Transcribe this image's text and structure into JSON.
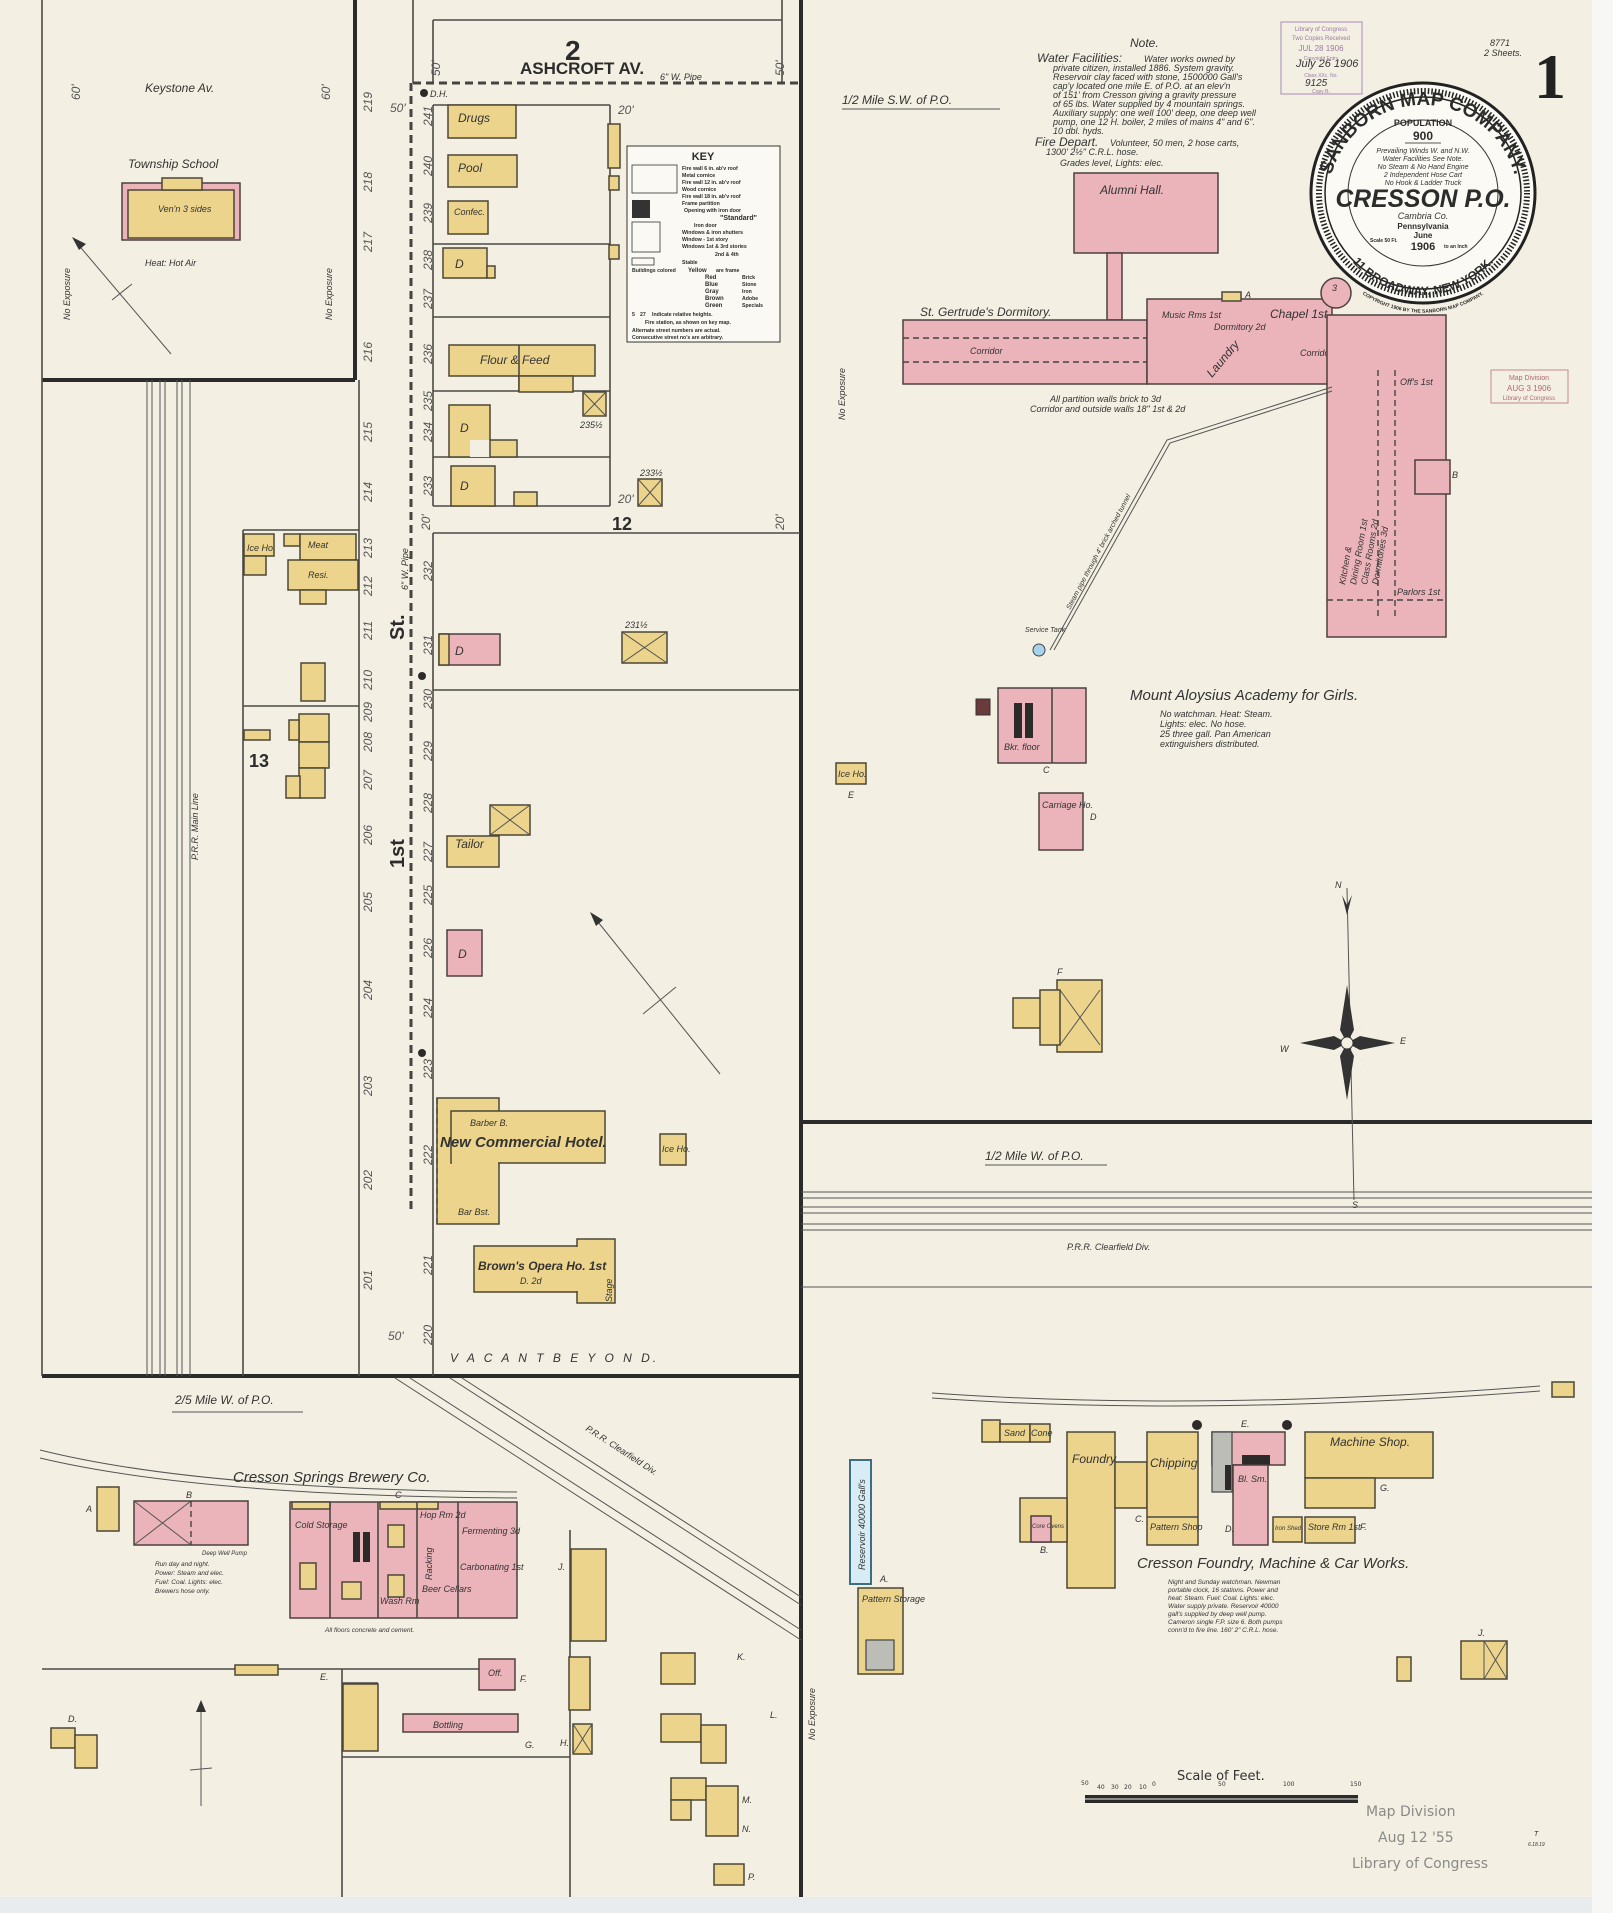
{
  "sheet": {
    "number": "1",
    "sheet_code": "8771",
    "sheets": "2 Sheets."
  },
  "seal": {
    "company": "SANBORN MAP COMPANY.",
    "population_label": "POPULATION",
    "population": "900",
    "details": [
      "Prevailing Winds W. and N.W.",
      "Water Facilities See Note.",
      "No Steam & No Hand Engine",
      "2 Independent Hose Cart",
      "No Hook & Ladder Truck"
    ],
    "town": "CRESSON P.O.",
    "county": "Cambria Co.",
    "state": "Pennsylvania",
    "month": "June",
    "year": "1906",
    "scale_left": "Scale 50 Ft.",
    "scale_right": "to an Inch",
    "address": "11 BROADWAY, NEW YORK.",
    "copyright": "COPYRIGHT 1906 BY THE SANBORN MAP COMPANY."
  },
  "note": {
    "title": "Note.",
    "water_label": "Water Facilities:",
    "water_lines": [
      "Water works owned by",
      "private citizen, installed 1886. System gravity.",
      "Reservoir clay faced with stone, 1500000 Gall's",
      "cap'y located one mile E. of P.O. at an elev'n",
      "of 151' from Cresson giving a gravity pressure",
      "of 65 lbs. Water supplied by 4 mountain springs.",
      "Auxiliary supply: one well 100' deep, one deep well",
      "pump, one 12 H. boiler, 2 miles of mains 4\" and 6\".",
      "10 dbl. hyds."
    ],
    "fire_label": "Fire Depart.",
    "fire_lines": [
      "Volunteer, 50 men, 2 hose carts,",
      "1300' 2½\" C.R.L. hose."
    ],
    "grades": "Grades level, Lights: elec."
  },
  "key": {
    "title": "KEY",
    "lines": [
      "Fire wall 6 in. ab'v roof",
      "Metal cornice",
      "Fire wall 12 in. ab'v roof",
      "Wood cornice",
      "Fire wall 18 in. ab'v roof",
      "Frame partition",
      "Opening with iron door",
      "\"Standard\"",
      "Iron door",
      "Windows & iron shutters",
      "Window - 1st story",
      "Windows 1st & 3rd stories",
      "2nd & 4th",
      "Stable"
    ],
    "colors_intro": "Buildings colored",
    "colors": [
      {
        "color": "Yellow",
        "material": "are frame"
      },
      {
        "color": "Red",
        "material": "Brick"
      },
      {
        "color": "Blue",
        "material": "Stone"
      },
      {
        "color": "Gray",
        "material": "Iron"
      },
      {
        "color": "Brown",
        "material": "Adobe"
      },
      {
        "color": "Green",
        "material": "Specials"
      }
    ],
    "heights": "Indicate relative heights.",
    "heights_nums": [
      "5",
      "27"
    ],
    "fire_station": "Fire station, as shown on key map.",
    "alternate": "Alternate street numbers are actual.",
    "consecutive": "Consecutive street no's are arbitrary."
  },
  "stamps": {
    "loc_top": [
      "Library of Congress",
      "Two Copies Received",
      "JUL 28 1906",
      "Copyright Entry",
      "July 26 1906",
      "Class XXc. No.",
      "9125",
      "Copy B."
    ],
    "map_division_top": [
      "Map Division",
      "AUG 3 1906",
      "Library of Congress"
    ],
    "map_division_bottom": [
      "Map Division",
      "Aug 12 '55",
      "Library of Congress"
    ],
    "initials": [
      "T",
      "6.18.19"
    ]
  },
  "streets": {
    "ashcroft": "ASHCROFT AV.",
    "keystone": "Keystone Av.",
    "first_st_a": "1st",
    "first_st_b": "St.",
    "pipe_label": "6\" W. Pipe",
    "pipe_label_st": "6\" W. Pipe",
    "width_labels": [
      "60'",
      "60'",
      "50'",
      "50'",
      "50'",
      "20'",
      "20'",
      "20'",
      "20'",
      "50'"
    ]
  },
  "blocks": {
    "top": "2",
    "b12": "12",
    "b13": "13"
  },
  "street_numbers_east": [
    "241",
    "240",
    "239",
    "238",
    "237",
    "236",
    "235",
    "234",
    "233",
    "232",
    "231",
    "230",
    "229",
    "228",
    "227",
    "225",
    "226",
    "224",
    "223",
    "222",
    "221",
    "220"
  ],
  "street_numbers_west": [
    "219",
    "218",
    "217",
    "216",
    "215",
    "214",
    "213",
    "212",
    "211",
    "210",
    "209",
    "208",
    "207",
    "206",
    "205",
    "204",
    "203",
    "202",
    "201"
  ],
  "township_school": {
    "title": "Township School",
    "vent": "Ven'n 3 sides",
    "heat": "Heat: Hot Air",
    "no_exposure": "No Exposure"
  },
  "first_st_buildings": {
    "drugs": "Drugs",
    "pool": "Pool",
    "confec": "Confec.",
    "dwelling": "D",
    "flour": "Flour & Feed",
    "lot_235_half": "235½",
    "lot_233_half": "233½",
    "lot_231_half": "231½",
    "tailor": "Tailor",
    "meat": "Meat",
    "resi": "Resi.",
    "ice_ho": "Ice Ho.",
    "hotel": "New Commercial Hotel.",
    "barber": "Barber B.",
    "bar": "Bar Bst.",
    "opera": "Brown's Opera Ho. 1st",
    "opera_d": "D. 2d",
    "stage": "Stage",
    "vacant": "V A C A N T   B E Y O N D.",
    "dh": "D.H.",
    "rail": "P.R.R. Main Line"
  },
  "academy": {
    "section": "1/2 Mile S.W. of P.O.",
    "title": "Mount Aloysius Academy for Girls.",
    "notes": [
      "No watchman. Heat: Steam.",
      "Lights: elec. No hose.",
      "25 three gall. Pan American",
      "extinguishers distributed."
    ],
    "alumni_hall": "Alumni Hall.",
    "dormitory": "St. Gertrude's Dormitory.",
    "corridor": "Corridor",
    "music": "Music Rms 1st",
    "dormitory2": "Dormitory 2d",
    "chapel": "Chapel 1st",
    "laundry": "Laundry",
    "kitchen": [
      "Kitchen &",
      "Dining Room 1st",
      "Class Rooms 2d",
      "Dormitories 3d"
    ],
    "parlors": "Parlors 1st",
    "offs": "Off's 1st",
    "partition": [
      "All partition walls brick to 3d",
      "Corridor and outside walls 18\" 1st & 2d"
    ],
    "steam": "Steam pipe through 4' brick arched tunnel",
    "service_tank": "Service Tank",
    "boiler": "Bkr. floor",
    "carriage": "Carriage Ho.",
    "ice": "Ice Ho.",
    "no_exposure": "No Exposure",
    "letters": [
      "A",
      "B",
      "C",
      "D",
      "E",
      "F",
      "3"
    ]
  },
  "compass": {
    "n": "N",
    "s": "S",
    "e": "E",
    "w": "W"
  },
  "foundry": {
    "section": "1/2 Mile W. of P.O.",
    "rail": "P.R.R. Clearfield Div.",
    "title": "Cresson Foundry, Machine & Car Works.",
    "notes": [
      "Night and Sunday watchman. Newman",
      "portable clock, 16 stations. Power and",
      "heat: Steam. Fuel: Coal. Lights: elec.",
      "Water supply private. Reservoir 40000",
      "gall's supplied by deep well pump.",
      "Cameron single F.P. size 6. Both pumps",
      "conn'd to fire line. 160' 2\" C.R.L. hose."
    ],
    "sand": "Sand",
    "cone": "Cone",
    "foundry": "Foundry.",
    "chipping": "Chipping",
    "pattern_shop": "Pattern Shop",
    "bl_sm": "Bl. Sm.",
    "machine_shop": "Machine Shop.",
    "store_rm": "Store Rm 1st",
    "iron_shed": "Iron Shed",
    "core_ovens": "Core Ovens",
    "reservoir": "Reservoir 40000 Gall's",
    "pattern_storage": "Pattern Storage",
    "letters": [
      "A.",
      "B.",
      "C.",
      "D.",
      "E.",
      "F.",
      "G.",
      "J."
    ]
  },
  "brewery": {
    "section": "2/5 Mile W. of P.O.",
    "title": "Cresson Springs Brewery Co.",
    "notes": [
      "Run day and night.",
      "Power: Steam and elec.",
      "Fuel: Coal. Lights: elec.",
      "Brewers hose only."
    ],
    "floors": "All floors concrete and cement.",
    "cold": "Cold Storage",
    "wash": "Wash Rm",
    "hop": "Hop Rm 2d",
    "racking": "Racking",
    "beer": "Beer Cellars",
    "carbonating": "Carbonating 1st",
    "fermenting": "Fermenting 3d",
    "bottling": "Bottling",
    "off": "Off.",
    "deep_well": "Deep Well Pump",
    "letters": [
      "A",
      "B",
      "C",
      "D.",
      "E.",
      "F.",
      "G.",
      "H.",
      "J.",
      "K.",
      "L.",
      "M.",
      "N.",
      "P."
    ],
    "rail": "P.R.R. Clearfield Div."
  },
  "scale": {
    "title": "Scale of Feet.",
    "ticks": [
      "50",
      "40",
      "30",
      "20",
      "10",
      "0",
      "50",
      "100",
      "150"
    ]
  },
  "colors": {
    "paper": "#f3efe2",
    "frame": "#ecd48c",
    "brick": "#ebb3ba",
    "stone": "#b8d8ea"
  }
}
